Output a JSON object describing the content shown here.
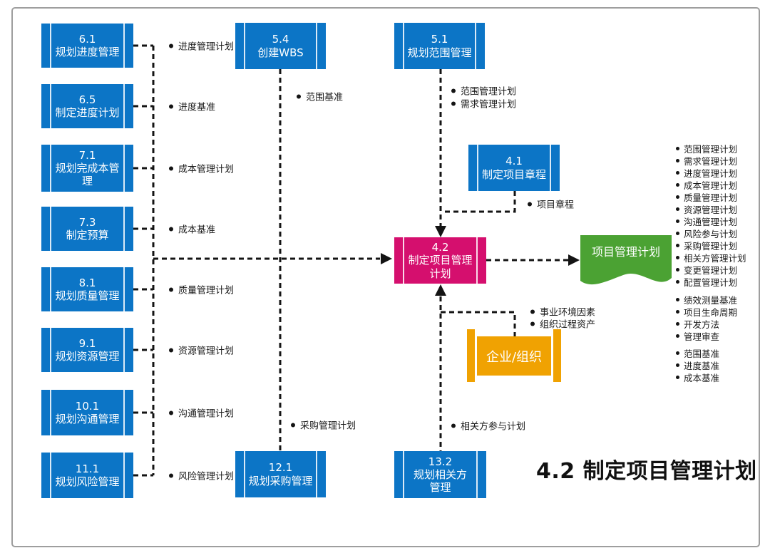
{
  "title": "4.2 制定项目管理计划",
  "colors": {
    "process-blue": "#0C75C6",
    "highlight-magenta": "#D50F6E",
    "org-orange": "#F0A202",
    "doc-green": "#4BA233",
    "line-black": "#141414"
  },
  "left_processes": [
    {
      "num": "6.1",
      "name": "规划进度管理",
      "output": "进度管理计划"
    },
    {
      "num": "6.5",
      "name": "制定进度计划",
      "output": "进度基准"
    },
    {
      "num": "7.1",
      "name": "规划完成本管\n理",
      "output": "成本管理计划"
    },
    {
      "num": "7.3",
      "name": "制定预算",
      "output": "成本基准"
    },
    {
      "num": "8.1",
      "name": "规划质量管理",
      "output": "质量管理计划"
    },
    {
      "num": "9.1",
      "name": "规划资源管理",
      "output": "资源管理计划"
    },
    {
      "num": "10.1",
      "name": "规划沟通管理",
      "output": "沟通管理计划"
    },
    {
      "num": "11.1",
      "name": "规划风险管理",
      "output": "风险管理计划"
    }
  ],
  "wbs_process": {
    "num": "5.4",
    "name": "创建WBS",
    "output": "范围基准"
  },
  "scope_process": {
    "num": "5.1",
    "name": "规划范围管理",
    "outputs": [
      "范围管理计划",
      "需求管理计划"
    ]
  },
  "charter_process": {
    "num": "4.1",
    "name": "制定项目章程",
    "output": "项目章程"
  },
  "center_process": {
    "num": "4.2",
    "name": "制定项目管理\n计划"
  },
  "procurement_process": {
    "num": "12.1",
    "name": "规划采购管理",
    "output": "采购管理计划"
  },
  "stakeholder_process": {
    "num": "13.2",
    "name": "规划相关方\n管理",
    "output": "相关方参与计划"
  },
  "organization": {
    "label": "企业/组织",
    "outputs": [
      "事业环境因素",
      "组织过程资产"
    ]
  },
  "document": {
    "label": "项目管理计划"
  },
  "outputs_list": {
    "group1": [
      "范围管理计划",
      "需求管理计划",
      "进度管理计划",
      "成本管理计划",
      "质量管理计划",
      "资源管理计划",
      "沟通管理计划",
      "风险参与计划",
      "采购管理计划",
      "相关方管理计划",
      "变更管理计划",
      "配置管理计划"
    ],
    "group2": [
      "绩效测量基准",
      "项目生命周期",
      "开发方法",
      "管理审查"
    ],
    "group3": [
      "范围基准",
      "进度基准",
      "成本基准"
    ]
  }
}
